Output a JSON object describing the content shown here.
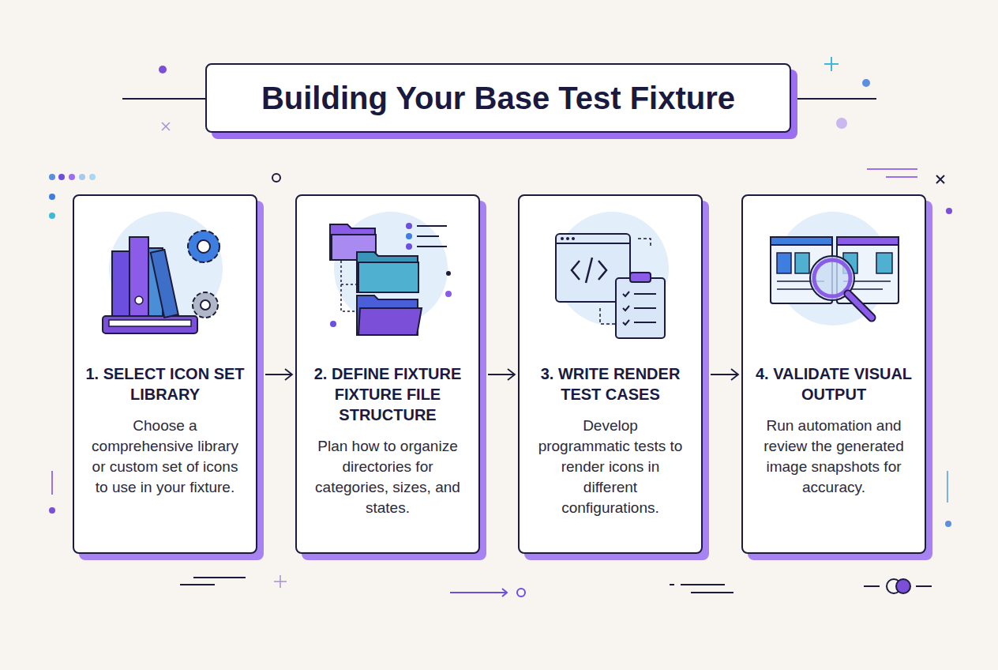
{
  "diagram": {
    "title": "Building Your Base Test Fixture",
    "nodes": [
      {
        "text": [
          "1. SELECT ICON SET LIBRARY",
          "Choose a comprehensive library or custom set of icons to use in your fixture."
        ]
      },
      {
        "text": [
          "2. DEFINE FIXTURE FIXTURE FILE STRUCTURE",
          "Plan how to organize directories for categories, sizes, and states."
        ]
      },
      {
        "text": [
          "3. WRITE RENDER TEST CASES",
          "Develop programmatic tests to render icons in different configurations."
        ]
      },
      {
        "text": [
          "4. VALIDATE VISUAL OUTPUT",
          "Run automation and review the generated image snapshots for accuracy."
        ]
      }
    ],
    "edges": [
      {
        "from": 0,
        "to": 1,
        "arrow": "to"
      },
      {
        "from": 1,
        "to": 2,
        "arrow": "to"
      },
      {
        "from": 2,
        "to": 3,
        "arrow": "to"
      }
    ]
  }
}
